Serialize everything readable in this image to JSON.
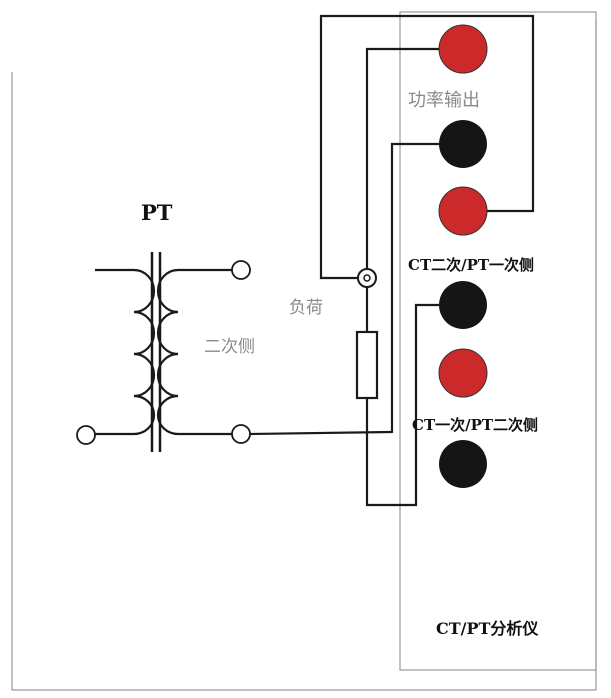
{
  "labels": {
    "power_output": "功率输出",
    "pt_title": "PT",
    "secondary_side": "二次侧",
    "load": "负荷",
    "ct_secondary_pt_primary": "CT二次/PT一次侧",
    "ct_primary_pt_secondary": "CT一次/PT二次侧",
    "analyzer": "CT/PT分析仪"
  },
  "colors": {
    "terminal_red": "#cc2a2a",
    "terminal_black": "#151515",
    "wire": "#1a1a1a",
    "frame": "#9a9a9a",
    "gray_text": "#8a8a8a"
  }
}
